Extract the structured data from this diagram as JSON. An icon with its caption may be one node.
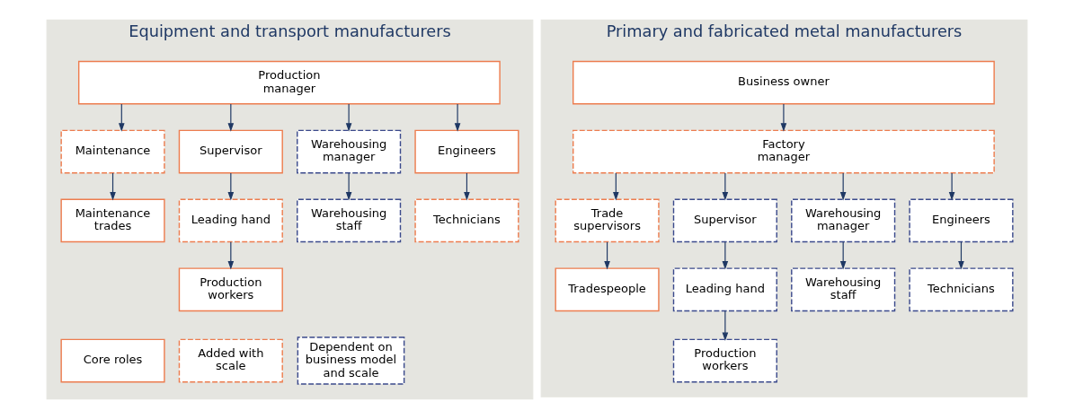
{
  "diagram": {
    "nodes": [
      {
        "text": [
          "Equipment and transport manufacturers"
        ]
      },
      {
        "text": [
          "Production manager"
        ],
        "in": 0
      },
      {
        "text": [
          "Maintenance"
        ],
        "in": 0
      },
      {
        "text": [
          "Supervisor"
        ],
        "in": 0
      },
      {
        "text": [
          "Warehousing manager"
        ],
        "in": 0
      },
      {
        "text": [
          "Engineers"
        ],
        "in": 0
      },
      {
        "text": [
          "Maintenance trades"
        ],
        "in": 0
      },
      {
        "text": [
          "Leading hand"
        ],
        "in": 0
      },
      {
        "text": [
          "Warehousing staff"
        ],
        "in": 0
      },
      {
        "text": [
          "Technicians"
        ],
        "in": 0
      },
      {
        "text": [
          "Production workers"
        ],
        "in": 0
      },
      {
        "text": [
          "Core roles"
        ],
        "in": 0
      },
      {
        "text": [
          "Added with scale"
        ],
        "in": 0
      },
      {
        "text": [
          "Dependent on business model and scale"
        ],
        "in": 0
      },
      {
        "text": [
          "Primary and fabricated metal manufacturers"
        ]
      },
      {
        "text": [
          "Business owner"
        ],
        "in": 14
      },
      {
        "text": [
          "Factory manager"
        ],
        "in": 14
      },
      {
        "text": [
          "Trade supervisors"
        ],
        "in": 14
      },
      {
        "text": [
          "Supervisor"
        ],
        "in": 14
      },
      {
        "text": [
          "Warehousing manager"
        ],
        "in": 14
      },
      {
        "text": [
          "Engineers"
        ],
        "in": 14
      },
      {
        "text": [
          "Tradespeople"
        ],
        "in": 14
      },
      {
        "text": [
          "Leading hand"
        ],
        "in": 14
      },
      {
        "text": [
          "Warehousing staff"
        ],
        "in": 14
      },
      {
        "text": [
          "Technicians"
        ],
        "in": 14
      },
      {
        "text": [
          "Production workers"
        ],
        "in": 14
      }
    ],
    "edges": [
      {
        "from": 1,
        "to": 2,
        "arrow": "to"
      },
      {
        "from": 1,
        "to": 3,
        "arrow": "to"
      },
      {
        "from": 1,
        "to": 4,
        "arrow": "to"
      },
      {
        "from": 1,
        "to": 5,
        "arrow": "to"
      },
      {
        "from": 2,
        "to": 6,
        "arrow": "to"
      },
      {
        "from": 3,
        "to": 7,
        "arrow": "to"
      },
      {
        "from": 4,
        "to": 8,
        "arrow": "to"
      },
      {
        "from": 5,
        "to": 9,
        "arrow": "to"
      },
      {
        "from": 7,
        "to": 10,
        "arrow": "to"
      },
      {
        "from": 15,
        "to": 16,
        "arrow": "to"
      },
      {
        "from": 16,
        "to": 17,
        "arrow": "to"
      },
      {
        "from": 16,
        "to": 18,
        "arrow": "to"
      },
      {
        "from": 16,
        "to": 19,
        "arrow": "to"
      },
      {
        "from": 16,
        "to": 20,
        "arrow": "to"
      },
      {
        "from": 17,
        "to": 21,
        "arrow": "to"
      },
      {
        "from": 18,
        "to": 22,
        "arrow": "to"
      },
      {
        "from": 19,
        "to": 23,
        "arrow": "to"
      },
      {
        "from": 20,
        "to": 24,
        "arrow": "to"
      },
      {
        "from": 22,
        "to": 25,
        "arrow": "to"
      }
    ]
  }
}
